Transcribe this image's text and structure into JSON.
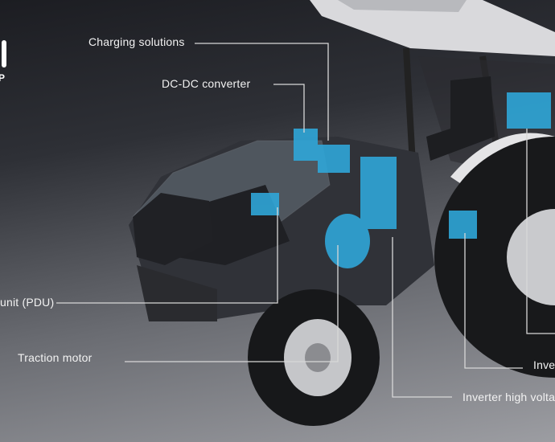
{
  "logo": {
    "text": "P"
  },
  "labels": {
    "charging": "Charging solutions",
    "dcdc": "DC-DC converter",
    "pdu": "unit (PDU)",
    "traction": "Traction motor",
    "inverter_hv": "Inverter high volta",
    "inverter": "Inve"
  },
  "colors": {
    "component_blue": "#2fa6d8",
    "line": "#d8d8d8"
  }
}
